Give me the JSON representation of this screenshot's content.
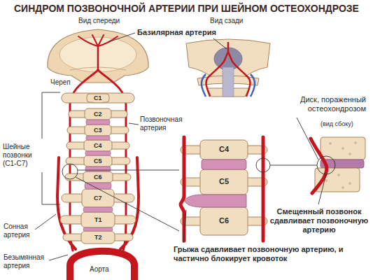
{
  "diagram": {
    "title": "СИНДРОМ ПОЗВОНОЧНОЙ АРТЕРИИ ПРИ ШЕЙНОМ ОСТЕОХОНДРОЗЕ",
    "labels": [
      "Вид спереди",
      "Вид сзади",
      "Базилярная артерия",
      "Череп",
      "C1",
      "C2",
      "C3",
      "C4",
      "C5",
      "C6",
      "C7",
      "T1",
      "T2",
      "Позвоночная артерия",
      "Шейные позвонки (C1-C7)",
      "Сонная артерия",
      "Безымянная артерия",
      "Аорта",
      "Диск, пораженный остеохондрозом",
      "(вид сбоку)",
      "C4",
      "C5",
      "C6",
      "Смещенный позвонок сдавливает позвоночную артерию",
      "Грыжа сдавливает позвоночную артерию, и частично блокирует кровоток"
    ]
  }
}
